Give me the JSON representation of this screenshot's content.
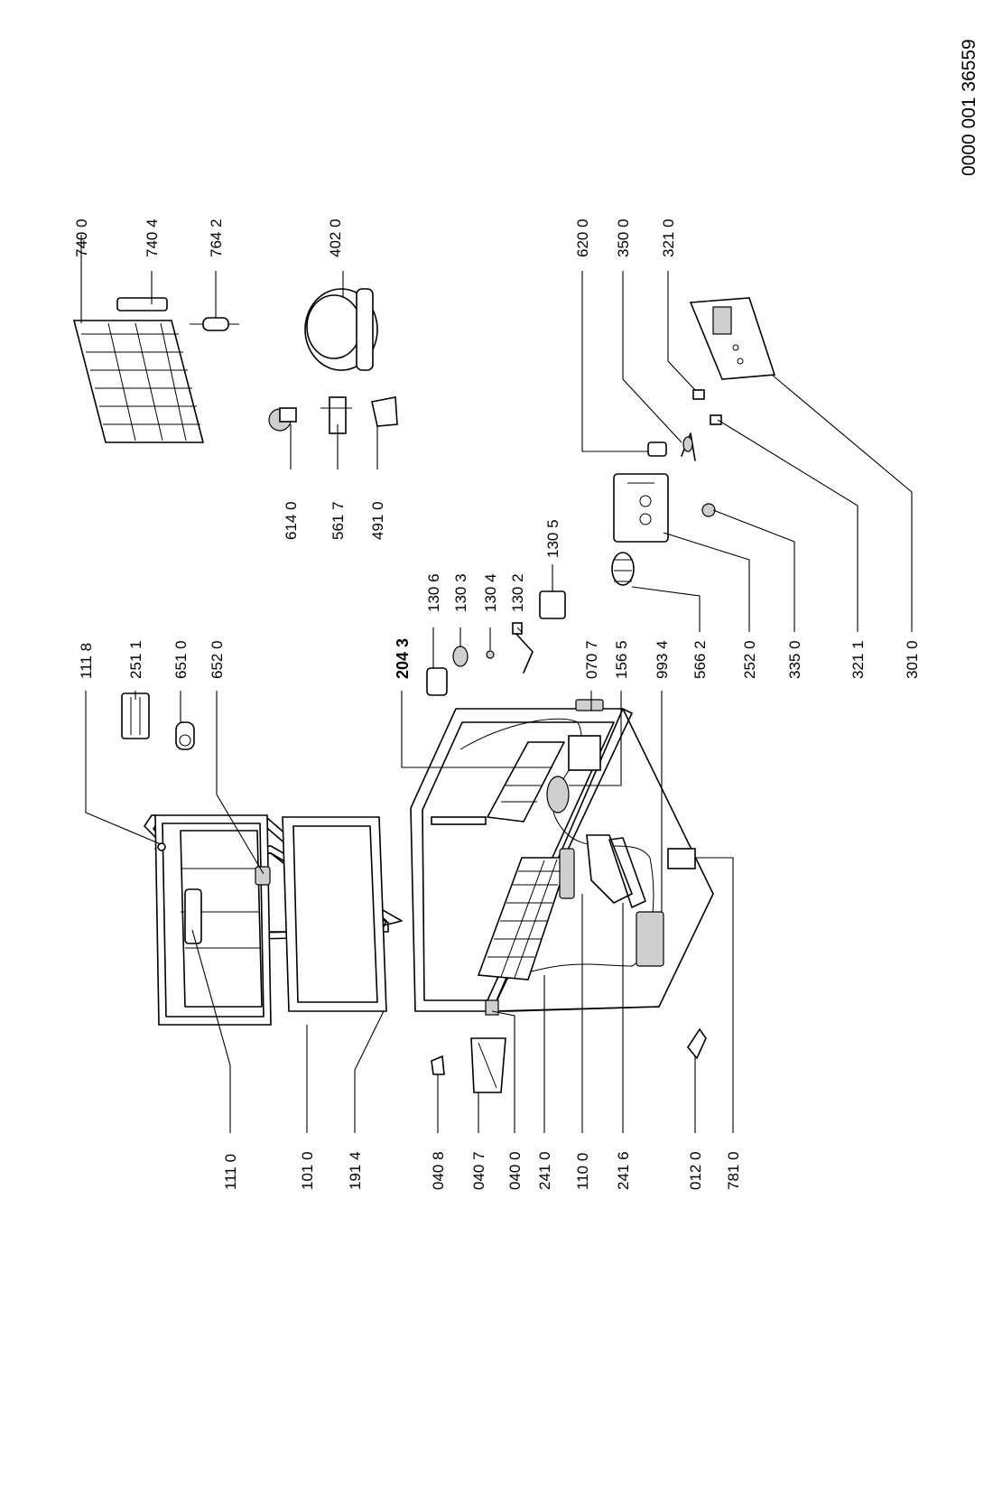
{
  "document_number": "0000 001 36559",
  "labels": {
    "l_1118": "111 8",
    "l_2511": "251 1",
    "l_6510": "651 0",
    "l_6520": "652 0",
    "l_2043": "204 3",
    "l_1306": "130 6",
    "l_1303": "130 3",
    "l_1304": "130 4",
    "l_1302": "130 2",
    "l_1305": "130 5",
    "l_0707": "070 7",
    "l_1565": "156 5",
    "l_9934": "993 4",
    "l_5662": "566 2",
    "l_2520": "252 0",
    "l_3350": "335 0",
    "l_3211": "321 1",
    "l_3010": "301 0",
    "l_7400": "740 0",
    "l_7404": "740 4",
    "l_7642": "764 2",
    "l_4020": "402 0",
    "l_6200": "620 0",
    "l_3500": "350 0",
    "l_3210": "321 0",
    "l_6140": "614 0",
    "l_5617": "561 7",
    "l_4910": "491 0",
    "l_1110": "111 0",
    "l_1010": "101 0",
    "l_1914": "191 4",
    "l_0408": "040 8",
    "l_0407": "040 7",
    "l_0400": "040 0",
    "l_2410": "241 0",
    "l_1100": "110 0",
    "l_2416": "241 6",
    "l_0120": "012 0",
    "l_7810": "781 0"
  }
}
